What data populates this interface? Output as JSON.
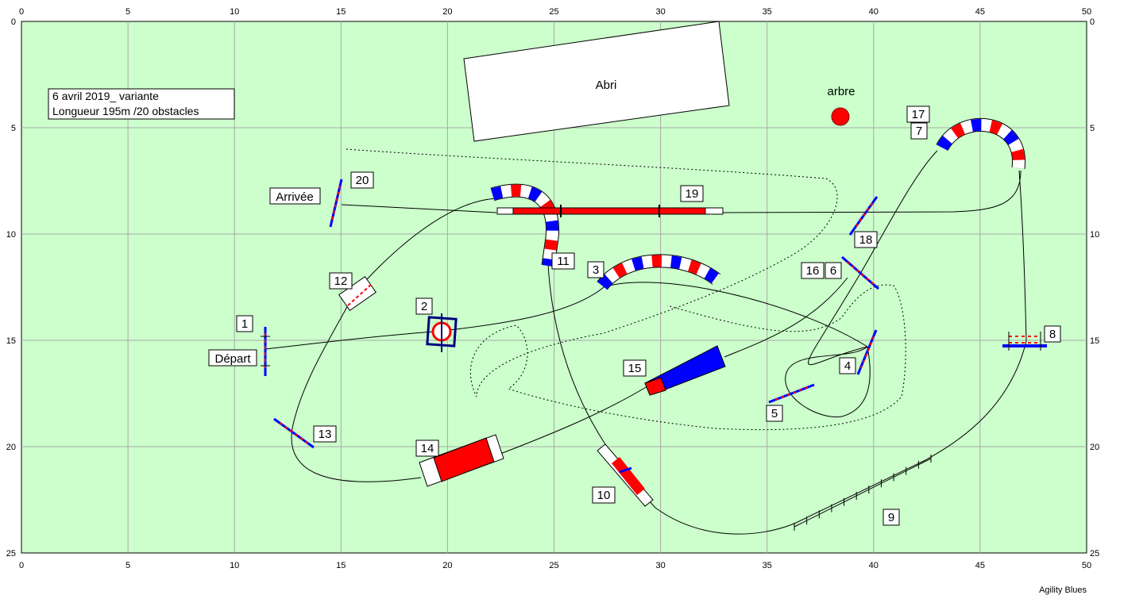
{
  "colors": {
    "field": "#ccffcc",
    "grid": "#a8a8a8",
    "red": "#ff0000",
    "blue": "#0000ff",
    "tree": "#ff0000"
  },
  "axes": {
    "top_ticks": [
      "0",
      "5",
      "10",
      "15",
      "20",
      "25",
      "30",
      "35",
      "40",
      "45",
      "50"
    ],
    "bottom_ticks": [
      "0",
      "5",
      "10",
      "15",
      "20",
      "25",
      "30",
      "35",
      "40",
      "45",
      "50"
    ],
    "left_ticks": [
      "0",
      "5",
      "10",
      "15",
      "20",
      "25"
    ],
    "right_ticks": [
      "0",
      "5",
      "10",
      "15",
      "20",
      "25"
    ]
  },
  "info_box": {
    "line1": "6 avril 2019_ variante",
    "line2": "Longueur 195m /20 obstacles"
  },
  "shelter_label": "Abri",
  "tree_label": "arbre",
  "start_label": "Départ",
  "finish_label": "Arrivée",
  "credit": "Agility Blues",
  "obstacle_numbers": {
    "n1": "1",
    "n2": "2",
    "n3": "3",
    "n4": "4",
    "n5": "5",
    "n6": "6",
    "n7": "7",
    "n8": "8",
    "n9": "9",
    "n10": "10",
    "n11": "11",
    "n12": "12",
    "n13": "13",
    "n14": "14",
    "n15": "15",
    "n16": "16",
    "n17": "17",
    "n18": "18",
    "n19": "19",
    "n20": "20"
  }
}
